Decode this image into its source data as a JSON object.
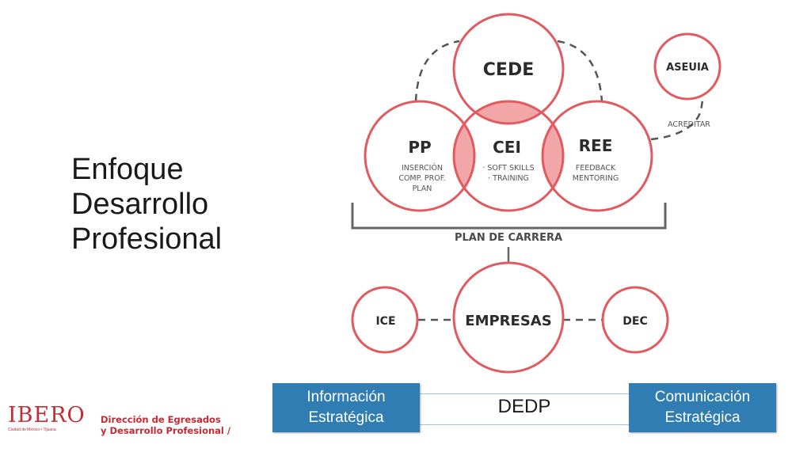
{
  "title": {
    "lines": [
      "Enfoque",
      "Desarrollo",
      "Profesional"
    ]
  },
  "diagram": {
    "cede": {
      "label": "CEDE"
    },
    "pp": {
      "label": "PP",
      "lines": [
        "INSERCIÓN",
        "COMP. PROF.",
        "PLAN"
      ]
    },
    "cei": {
      "label": "CEI",
      "lines": [
        "· SOFT SKILLS",
        "· TRAINING"
      ]
    },
    "ree": {
      "label": "REE",
      "lines": [
        "FEEDBACK",
        "MENTORING"
      ]
    },
    "aseuia": {
      "label": "ASEUIA",
      "note": "ACREDITAR"
    },
    "plan": "PLAN DE CARRERA",
    "empresas": {
      "label": "EMPRESAS"
    },
    "ice": {
      "label": "ICE"
    },
    "dec": {
      "label": "DEC"
    }
  },
  "bottom": {
    "left_box": [
      "Información",
      "Estratégica"
    ],
    "center": "DEDP",
    "right_box": [
      "Comunicación",
      "Estratégica"
    ]
  },
  "logo": {
    "name": "IBERO",
    "subtitle": "Ciudad de México • Tijuana"
  },
  "department": [
    "Dirección de Egresados",
    "y Desarrollo Profesional /"
  ],
  "colors": {
    "accent": "#e05a5f",
    "overlap": "#f2a6a8",
    "box": "#2f7db3",
    "brand": "#c22c34"
  }
}
